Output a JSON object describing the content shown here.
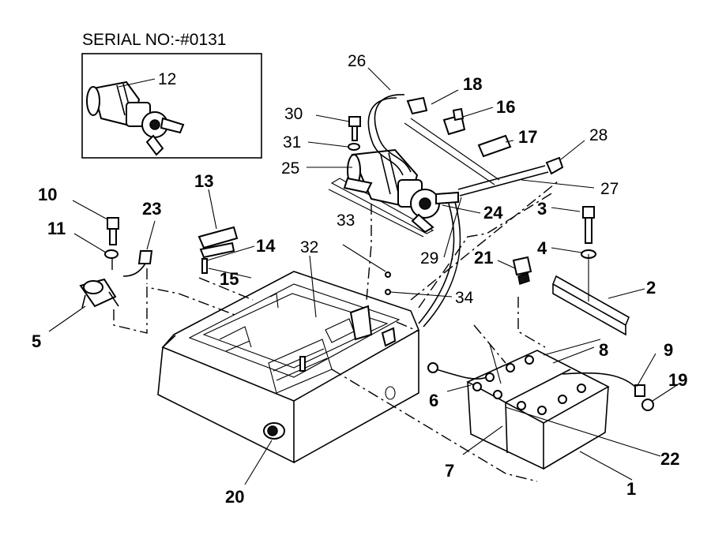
{
  "diagram": {
    "serial_caption": "SERIAL NO:-#0131",
    "callouts": {
      "c1": "1",
      "c2": "2",
      "c3": "3",
      "c4": "4",
      "c5": "5",
      "c6": "6",
      "c7": "7",
      "c8": "8",
      "c9": "9",
      "c10": "10",
      "c11": "11",
      "c12": "12",
      "c13": "13",
      "c14": "14",
      "c15": "15",
      "c16": "16",
      "c17": "17",
      "c18": "18",
      "c19": "19",
      "c20": "20",
      "c21": "21",
      "c22": "22",
      "c23": "23",
      "c24": "24",
      "c25": "25",
      "c26": "26",
      "c27": "27",
      "c28": "28",
      "c29": "29",
      "c30": "30",
      "c31": "31",
      "c32": "32",
      "c33": "33",
      "c34": "34"
    }
  }
}
